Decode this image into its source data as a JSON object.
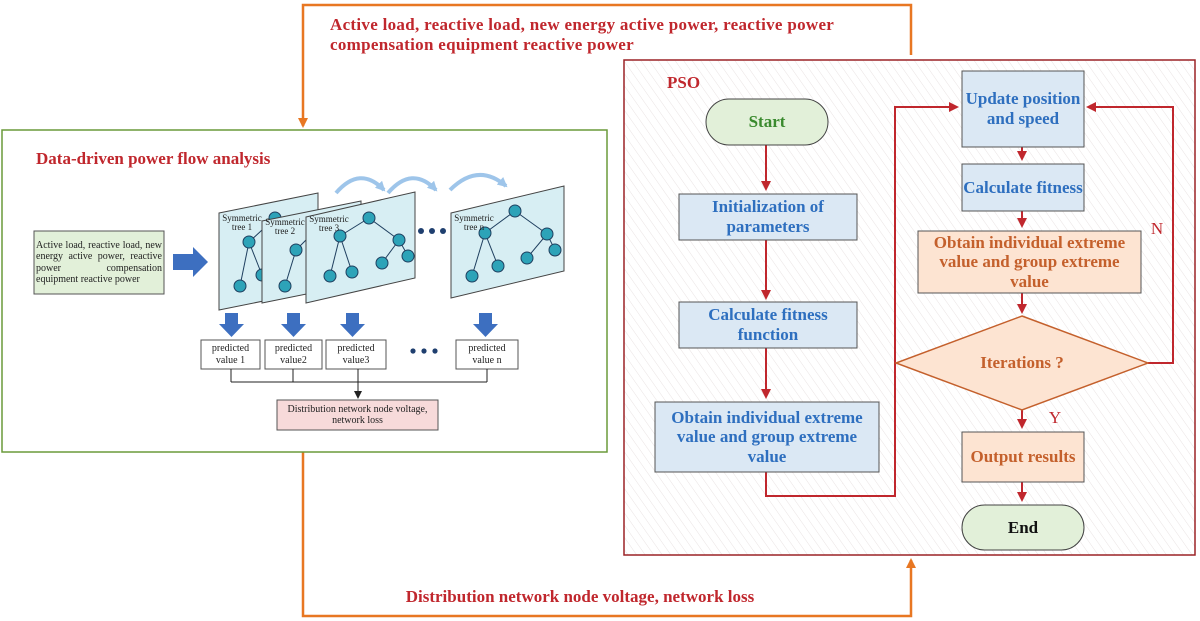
{
  "top_feedback_label": "Active load, reactive load, new energy active power, reactive power compensation equipment reactive power",
  "bottom_feedback_label": "Distribution network node voltage, network loss",
  "left_panel": {
    "title": "Data-driven power flow analysis",
    "input_text": "Active load, reactive load, new energy active power, reactive power compensation equipment reactive power",
    "trees": [
      "Symmetric tree 1",
      "Symmetric tree 2",
      "Symmetric tree 3",
      "Symmetric tree n"
    ],
    "predictions": [
      "predicted value 1",
      "predicted value2",
      "predicted value3",
      "predicted value n"
    ],
    "output_text": "Distribution network node voltage, network loss"
  },
  "pso": {
    "title": "PSO",
    "start": "Start",
    "init": "Initialization of parameters",
    "calc_fitness_function": "Calculate fitness function",
    "obtain_left": "Obtain individual extreme value and group extreme value",
    "update": "Update position and speed",
    "calc_fitness": "Calculate fitness",
    "obtain_right": "Obtain individual extreme value and group extreme value",
    "iterations": "Iterations ?",
    "no_label": "N",
    "yes_label": "Y",
    "output": "Output results",
    "end": "End"
  },
  "colors": {
    "orange_arrow": "#e87722",
    "red_line": "#c0272d",
    "blue_box_fill": "#dbe8f4",
    "blue_box_text": "#2e6fbf",
    "orange_box_fill": "#fde4d2",
    "start_end_fill": "#e2f0d9",
    "left_panel_border": "#6a9a3a",
    "pso_panel_border": "#9b2226"
  }
}
